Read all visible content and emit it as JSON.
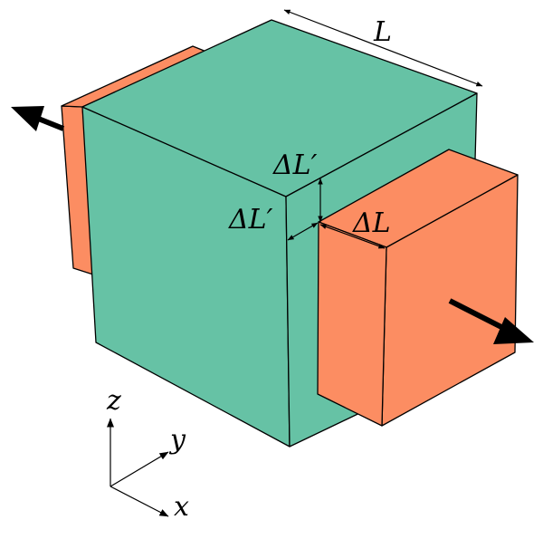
{
  "colors": {
    "cube": "#66c2a5",
    "block": "#fc8d62",
    "outline": "#000000",
    "background": "#ffffff"
  },
  "labels": {
    "length": "L",
    "delta_length": "ΔL",
    "delta_length_transverse_top": "ΔL′",
    "delta_length_transverse_left": "ΔL′"
  },
  "axes": {
    "z": "z",
    "y": "y",
    "x": "x"
  },
  "icons": {
    "force_left": "arrow-icon",
    "force_right": "arrow-icon"
  }
}
